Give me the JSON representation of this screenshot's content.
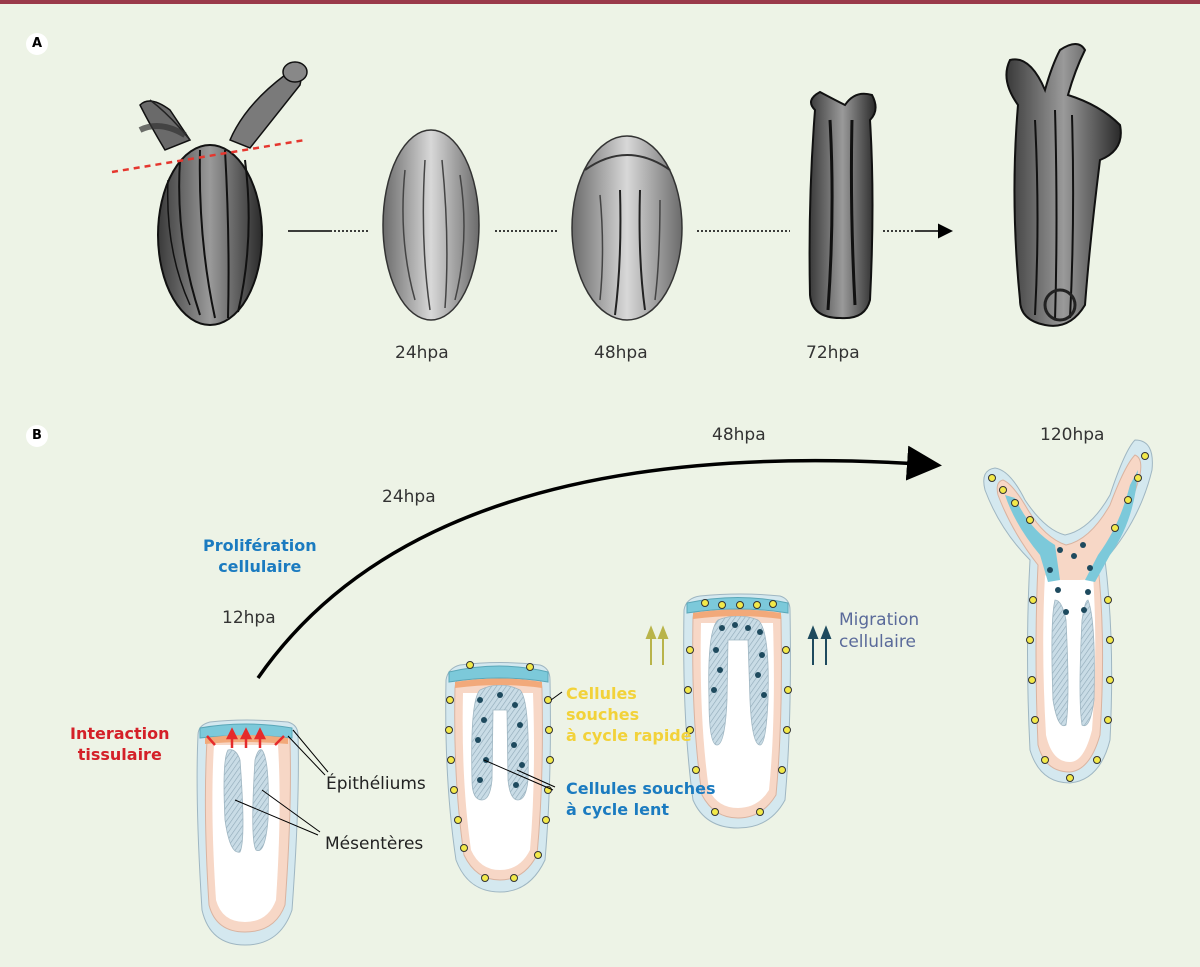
{
  "panels": {
    "a_letter": "A",
    "b_letter": "B"
  },
  "panel_a": {
    "labels": [
      "24hpa",
      "48hpa",
      "72hpa"
    ]
  },
  "panel_b": {
    "times": [
      "12hpa",
      "24hpa",
      "48hpa",
      "120hpa"
    ],
    "proliferation": "Prolifération\ncellulaire",
    "interaction": "Interaction\ntissulaire",
    "epitheliums": "Épithéliums",
    "mesenteres": "Mésentères",
    "fast_cells": "Cellules\nsouches\nà cycle rapide",
    "slow_cells": "Cellules souches\nà cycle lent",
    "migration": "Migration\ncellulaire"
  },
  "colors": {
    "red": "#d42028",
    "blue": "#1b7bc0",
    "yellow": "#f2d23a",
    "purple_gray": "#5a6a9a",
    "dark_teal": "#1e4a5e",
    "olive": "#b9b44a",
    "cyan_cap": "#7cc9da",
    "orange_tissue": "#f2a97a"
  }
}
